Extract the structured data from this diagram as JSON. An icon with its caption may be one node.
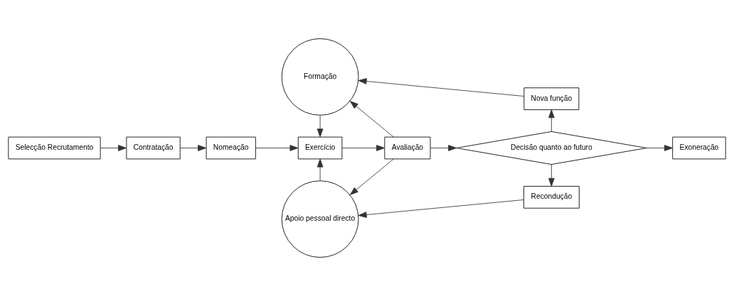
{
  "diagram": {
    "nodes": [
      {
        "text": [
          "Formação"
        ]
      },
      {
        "text": [
          "Nova função"
        ]
      },
      {
        "text": [
          "Selecção Recrutamento"
        ]
      },
      {
        "text": [
          "Contratação"
        ]
      },
      {
        "text": [
          "Nomeação"
        ]
      },
      {
        "text": [
          "Exercício"
        ]
      },
      {
        "text": [
          "Avaliação"
        ]
      },
      {
        "text": [
          "Decisão quanto ao futuro"
        ]
      },
      {
        "text": [
          "Exoneração"
        ]
      },
      {
        "text": [
          "Apoio pessoal directo"
        ]
      },
      {
        "text": [
          "Recondução"
        ]
      }
    ],
    "edges": [
      {
        "from": 2,
        "to": 3,
        "arrow": "to"
      },
      {
        "from": 3,
        "to": 4,
        "arrow": "to"
      },
      {
        "from": 4,
        "to": 5,
        "arrow": "to"
      },
      {
        "from": 0,
        "to": 5,
        "arrow": "to"
      },
      {
        "from": 9,
        "to": 5,
        "arrow": "to"
      },
      {
        "from": 5,
        "to": 6,
        "arrow": "to"
      },
      {
        "from": 6,
        "to": 0,
        "arrow": "to"
      },
      {
        "from": 6,
        "to": 9,
        "arrow": "to"
      },
      {
        "from": 6,
        "to": 7,
        "arrow": "to"
      },
      {
        "from": 7,
        "to": 1,
        "arrow": "to"
      },
      {
        "from": 7,
        "to": 8,
        "arrow": "to"
      },
      {
        "from": 7,
        "to": 10,
        "arrow": "to"
      },
      {
        "from": 1,
        "to": 0,
        "arrow": "to"
      },
      {
        "from": 10,
        "to": 9,
        "arrow": "to"
      }
    ]
  }
}
